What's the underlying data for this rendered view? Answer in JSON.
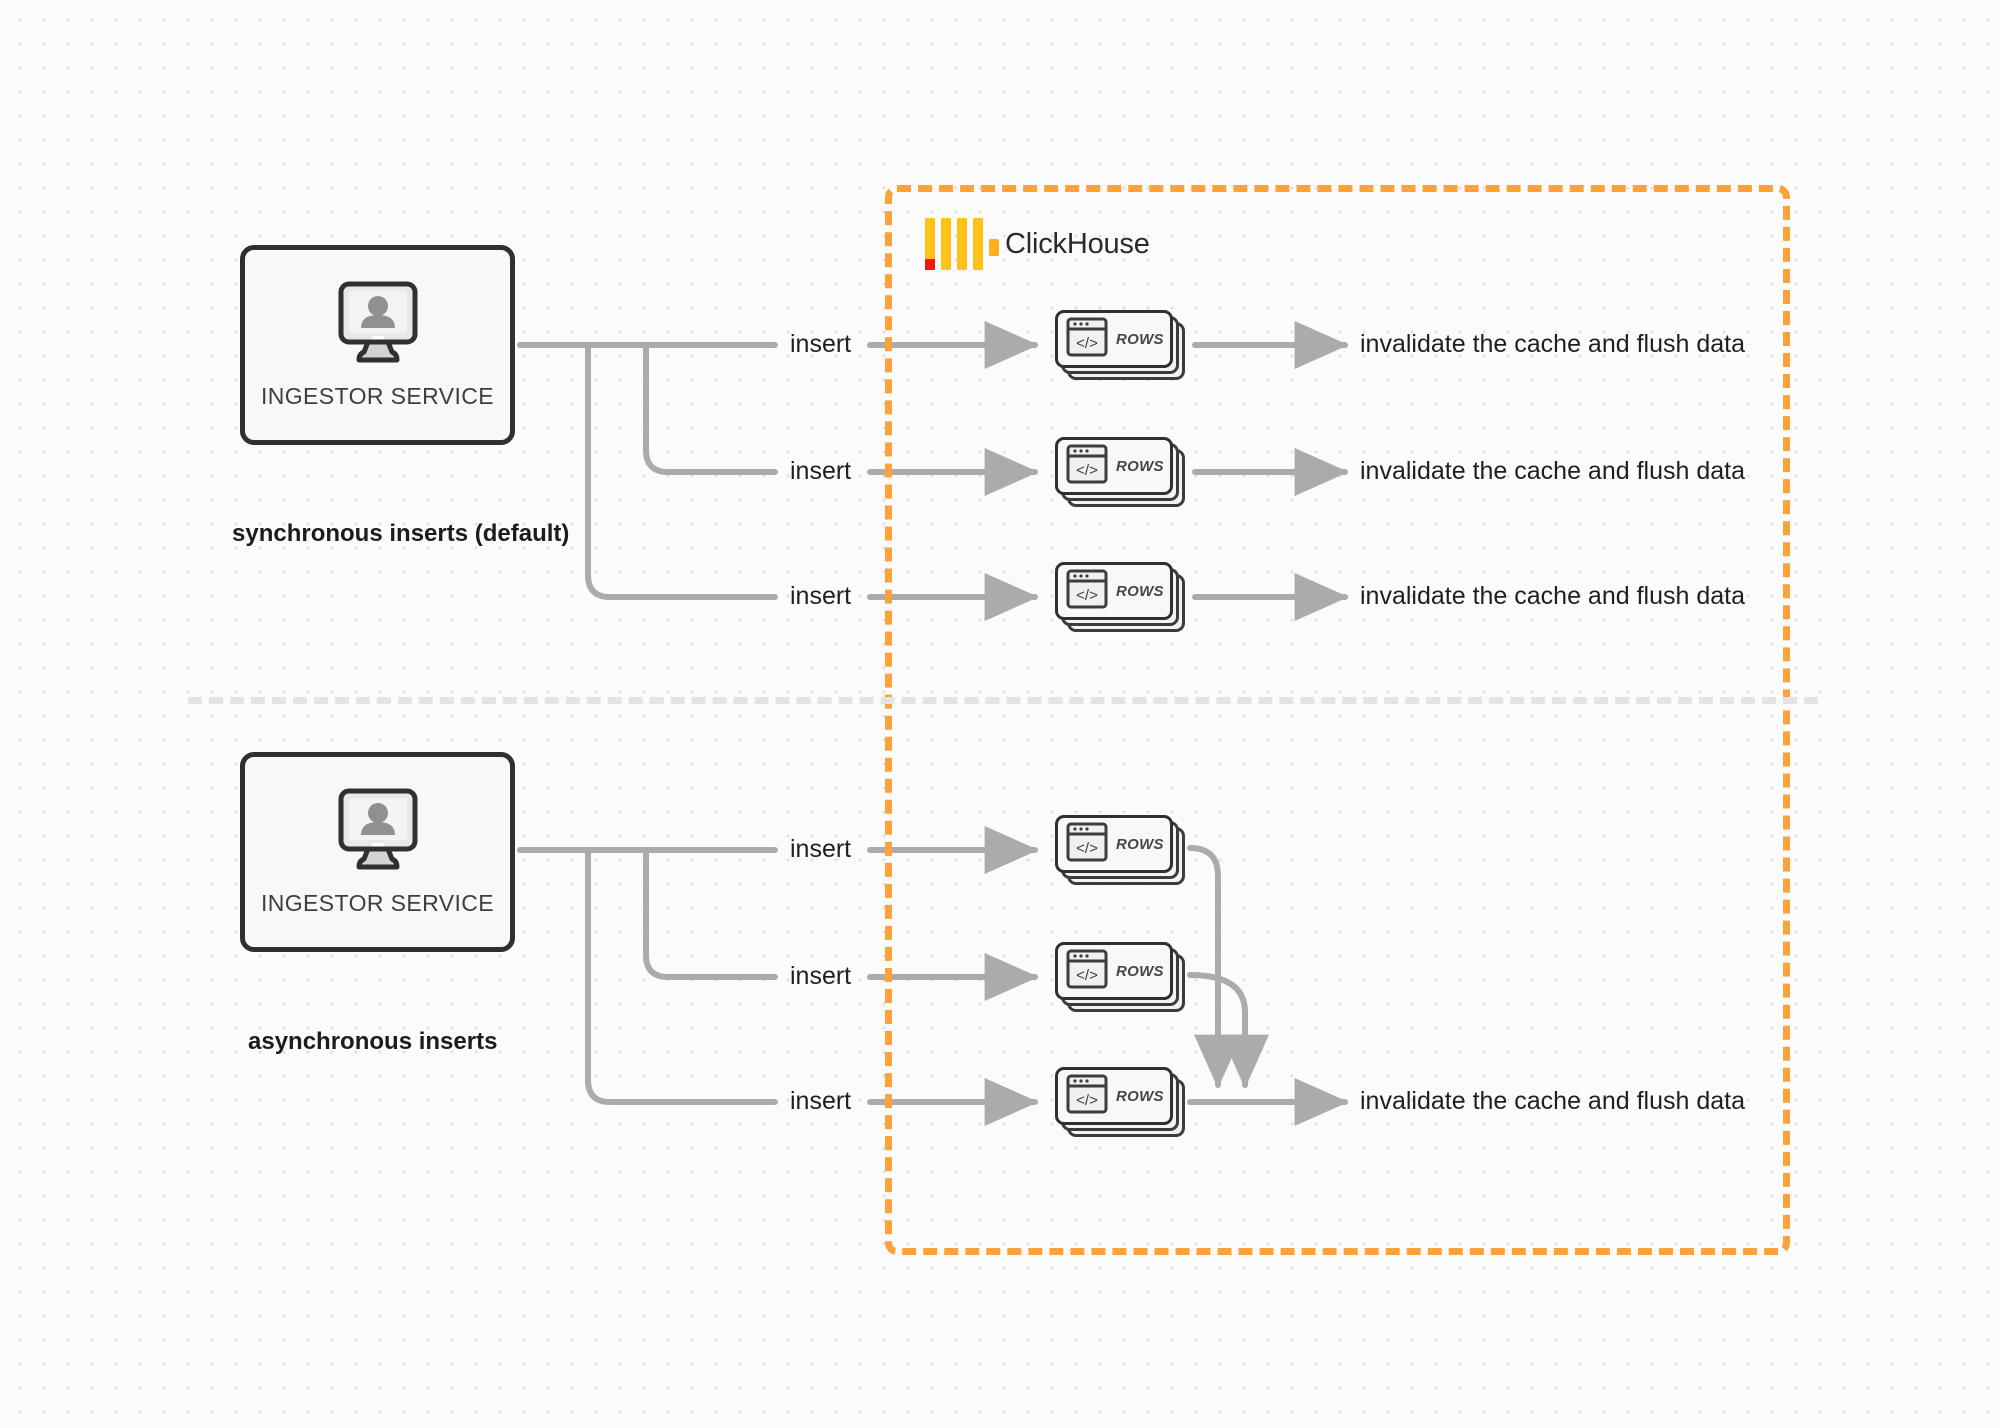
{
  "diagram": {
    "title": "ClickHouse synchronous vs asynchronous inserts",
    "colors": {
      "boundary_orange": "#FDA23A",
      "logo_yellow": "#FFC217",
      "logo_red": "#F5170E",
      "wire_gray": "#ABABAB",
      "node_stroke": "#2e3033",
      "background": "#fbfbfb",
      "dot_grid": "#e2e0e0",
      "splitter_gray": "#e4e4e4"
    }
  },
  "clickhouse": {
    "name": "ClickHouse",
    "logo_icon": "clickhouse-logo-icon"
  },
  "sections": [
    {
      "id": "synchronous",
      "caption": "synchronous inserts (default)",
      "ingestor": {
        "label": "INGESTOR SERVICE",
        "icon": "monitor-user-icon"
      },
      "flows": [
        {
          "insert_label": "insert",
          "rows_label": "ROWS",
          "rows_icon": "code-window-icon",
          "outcome_label": "invalidate the cache and flush data"
        },
        {
          "insert_label": "insert",
          "rows_label": "ROWS",
          "rows_icon": "code-window-icon",
          "outcome_label": "invalidate the cache and flush data"
        },
        {
          "insert_label": "insert",
          "rows_label": "ROWS",
          "rows_icon": "code-window-icon",
          "outcome_label": "invalidate the cache and flush data"
        }
      ]
    },
    {
      "id": "asynchronous",
      "caption": "asynchronous inserts",
      "ingestor": {
        "label": "INGESTOR SERVICE",
        "icon": "monitor-user-icon"
      },
      "flows": [
        {
          "insert_label": "insert",
          "rows_label": "ROWS",
          "rows_icon": "code-window-icon"
        },
        {
          "insert_label": "insert",
          "rows_label": "ROWS",
          "rows_icon": "code-window-icon"
        },
        {
          "insert_label": "insert",
          "rows_label": "ROWS",
          "rows_icon": "code-window-icon"
        }
      ],
      "merged_outcome_label": "invalidate the cache and flush data"
    }
  ]
}
